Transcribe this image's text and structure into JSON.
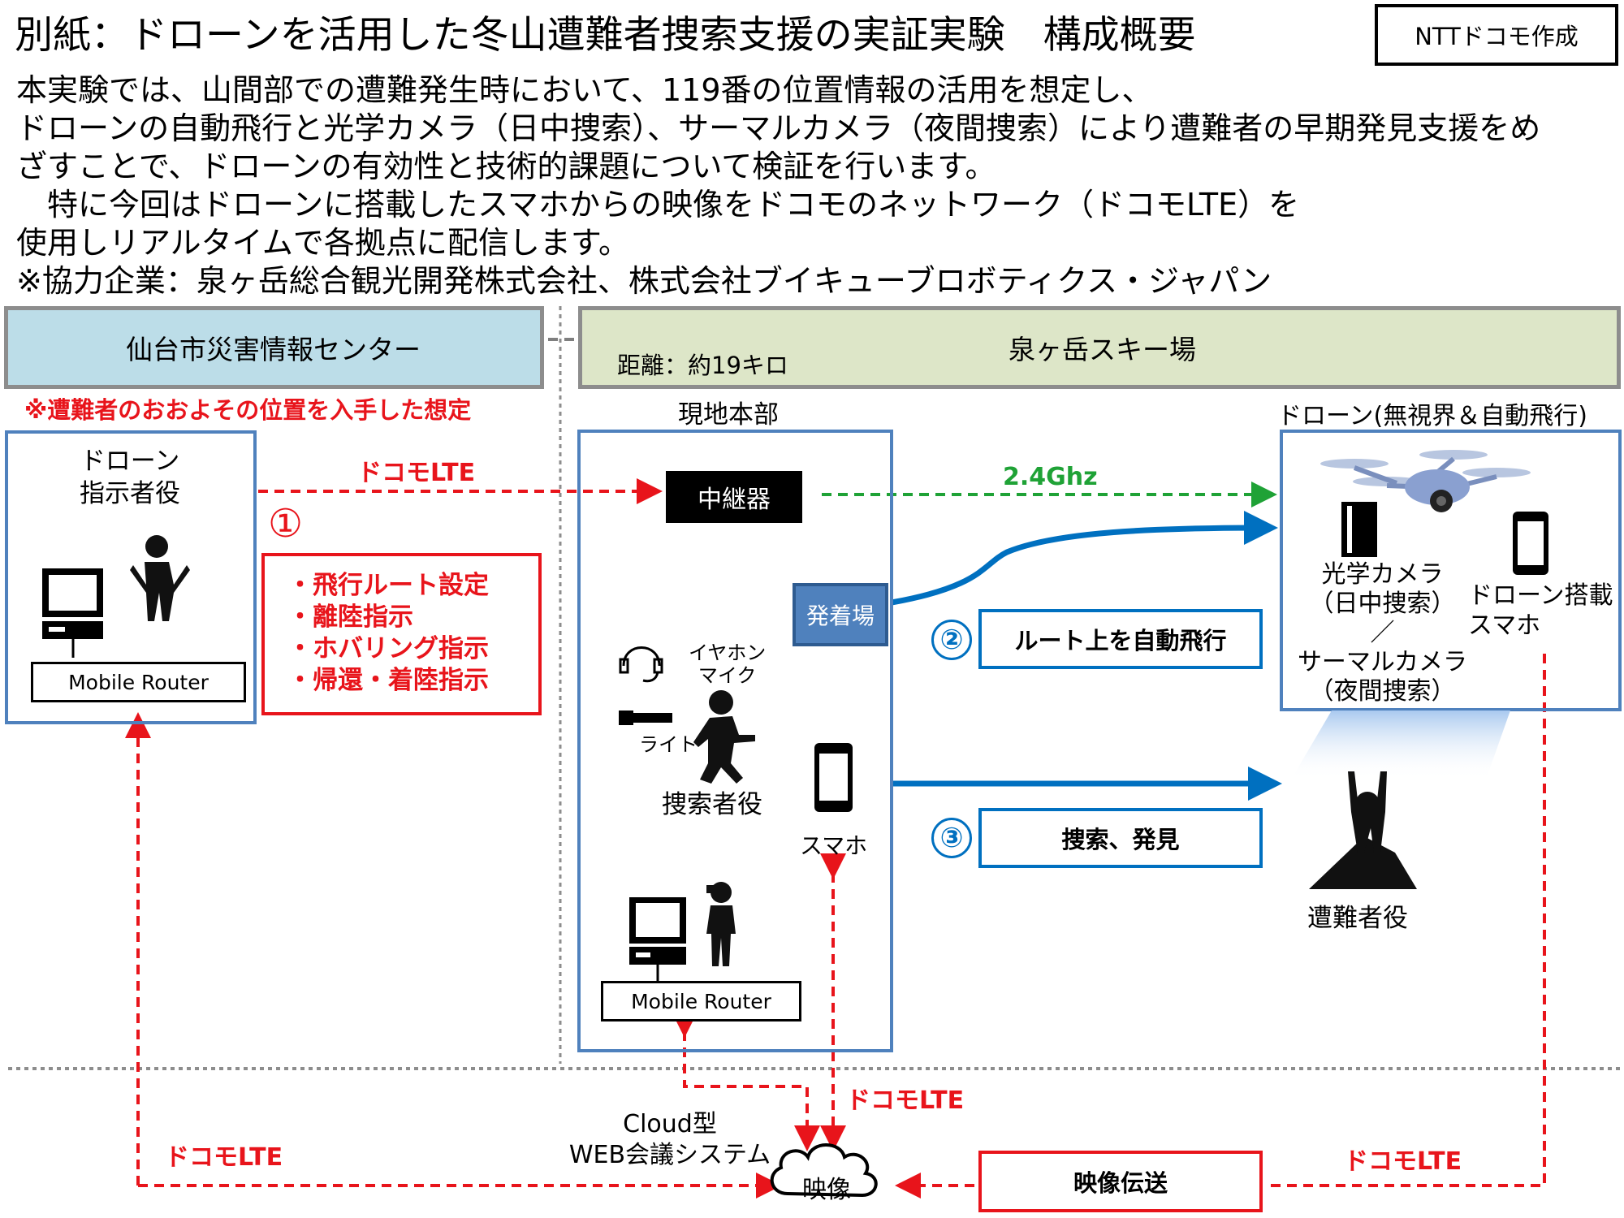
{
  "header": {
    "title": "別紙：ドローンを活用した冬山遭難者捜索支援の実証実験　構成概要",
    "badge": "NTTドコモ作成",
    "intro": "本実験では、山間部での遭難発生時において、119番の位置情報の活用を想定し、\nドローンの自動飛行と光学カメラ（日中捜索）、サーマルカメラ（夜間捜索）により遭難者の早期発見支援をめ\nざすことで、ドローンの有効性と技術的課題について検証を行います。\n　特に今回はドローンに搭載したスマホからの映像をドコモのネットワーク（ドコモLTE）を\n使用しリアルタイムで各拠点に配信します。\n※協力企業：泉ヶ岳総合観光開発株式会社、株式会社ブイキューブロボティクス・ジャパン"
  },
  "regions": {
    "sendai": "仙台市災害情報センター",
    "izumi": "泉ヶ岳スキー場",
    "distance": "距離：約19キロ"
  },
  "left_site": {
    "note": "※遭難者のおおよその位置を入手した想定",
    "role": "ドローン\n指示者役",
    "router": "Mobile Router"
  },
  "link_labels": {
    "lte_top": "ドコモLTE",
    "wifi": "2.4Ghz",
    "lte_center": "ドコモLTE",
    "lte_left": "ドコモLTE",
    "lte_right": "ドコモLTE"
  },
  "instructions": {
    "number": "①",
    "items": [
      "・飛行ルート設定",
      "・離陸指示",
      "・ホバリング指示",
      "・帰還・着陸指示"
    ]
  },
  "hq": {
    "title": "現地本部",
    "repeater": "中継器",
    "launch_pad": "発着場",
    "headset": "イヤホン\nマイク",
    "light": "ライト",
    "searcher": "捜索者役",
    "smartphone": "スマホ",
    "router": "Mobile Router"
  },
  "steps": [
    {
      "number": "②",
      "label": "ルート上を自動飛行"
    },
    {
      "number": "③",
      "label": "捜索、発見"
    }
  ],
  "drone": {
    "title": "ドローン(無視界＆自動飛行)",
    "camera": "光学カメラ\n（日中捜索）\n／\nサーマルカメラ\n（夜間捜索）",
    "phone": "ドローン搭載\nスマホ"
  },
  "victim": "遭難者役",
  "cloud": {
    "caption": "Cloud型\nWEB会議システム",
    "label": "映像"
  },
  "video_transfer": "映像伝送",
  "colors": {
    "red": "#e8141b",
    "blue": "#0070c0",
    "box_blue": "#4f81bd",
    "green": "#1fa236",
    "sendai_bg": "#bcdde8",
    "izumi_bg": "#dde6c8"
  }
}
